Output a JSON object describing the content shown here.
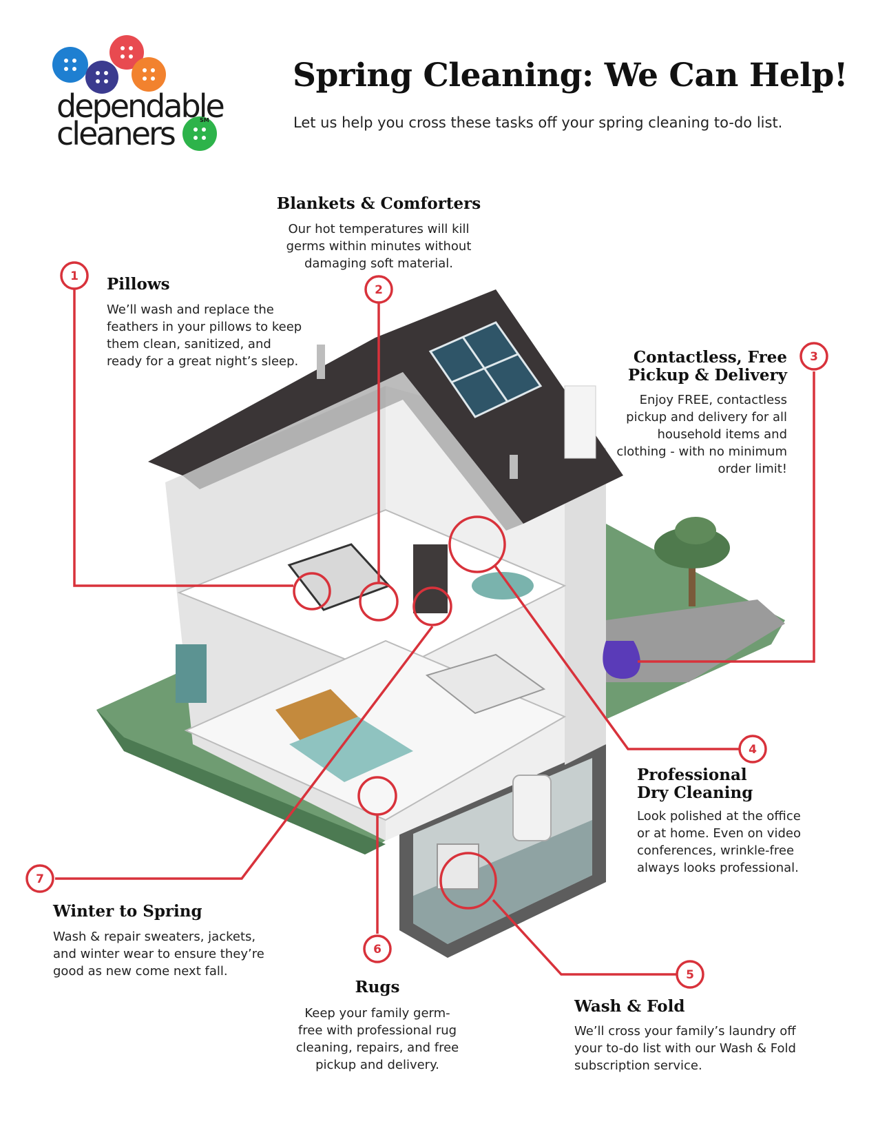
{
  "logo": {
    "line1": "dependable",
    "line2": "cleaners",
    "mark": "SM",
    "button_colors": [
      "#1e7fd1",
      "#e84a50",
      "#3b3b8f",
      "#f2822e",
      "#2db34a"
    ]
  },
  "header": {
    "title": "Spring Cleaning: We Can Help!",
    "subtitle": "Let us help you cross these tasks off your spring cleaning to-do list."
  },
  "accent_color": "#d8323b",
  "features": [
    {
      "number": "1",
      "title": "Pillows",
      "body": "We’ll wash and replace the feathers in your pillows to keep them clean, sanitized, and ready for a great night’s sleep."
    },
    {
      "number": "2",
      "title": "Blankets & Comforters",
      "body": "Our hot temperatures will kill germs within minutes without damaging soft material."
    },
    {
      "number": "3",
      "title_line1": "Contactless, Free",
      "title_line2": "Pickup & Delivery",
      "body": "Enjoy FREE, contactless pickup and delivery for all household items and clothing - with no minimum order limit!"
    },
    {
      "number": "4",
      "title_line1": "Professional",
      "title_line2": "Dry Cleaning",
      "body": "Look polished at the office or at home. Even on video conferences, wrinkle-free always looks professional."
    },
    {
      "number": "5",
      "title": "Wash & Fold",
      "body": "We’ll cross your family’s laundry off your to-do list with our Wash & Fold subscription service."
    },
    {
      "number": "6",
      "title": "Rugs",
      "body": "Keep your family germ-free with professional rug cleaning, repairs, and free pickup and delivery."
    },
    {
      "number": "7",
      "title": "Winter to Spring",
      "body": "Wash & repair sweaters, jackets, and winter wear to ensure they’re good as new come next fall."
    }
  ]
}
